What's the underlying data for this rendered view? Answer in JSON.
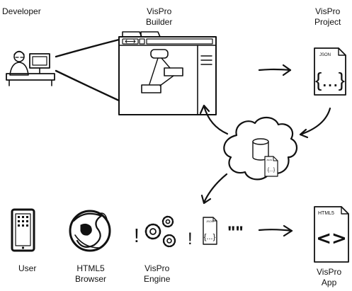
{
  "labels": {
    "developer": "Developer",
    "builder_line1": "VisPro",
    "builder_line2": "Builder",
    "project_line1": "VisPro",
    "project_line2": "Project",
    "user": "User",
    "browser_line1": "HTML5",
    "browser_line2": "Browser",
    "engine_line1": "VisPro",
    "engine_line2": "Engine",
    "app_line1": "VisPro",
    "app_line2": "App"
  },
  "file_tags": {
    "json": "JSON",
    "html5": "HTML5"
  },
  "glyphs": {
    "json_body": "{...}",
    "html_body": "<>",
    "small_json_body": "{...}",
    "exclaim": "!",
    "quotes": "\"\""
  }
}
